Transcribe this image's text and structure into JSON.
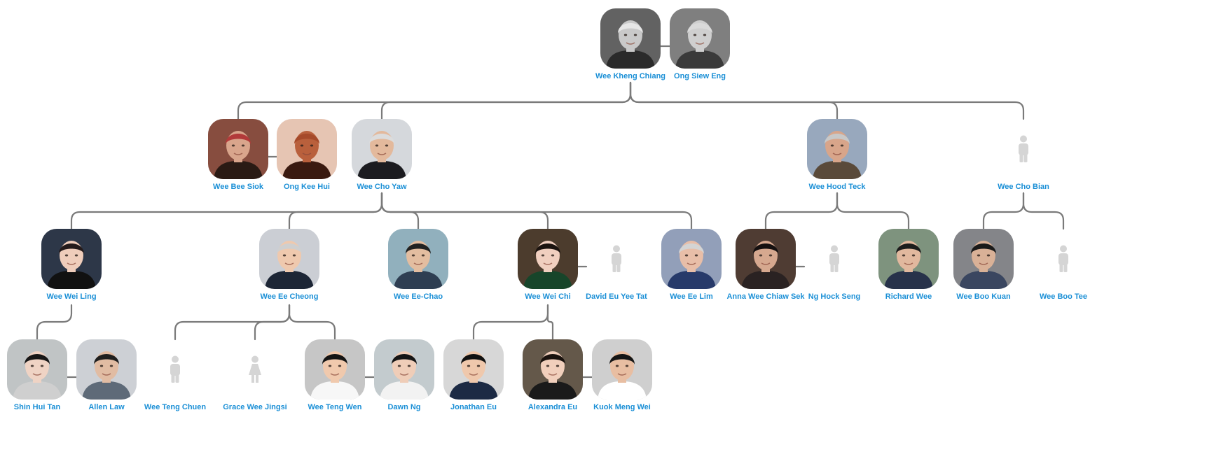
{
  "colors": {
    "name_text": "#1a8fd6",
    "connector": "#7a7a7a",
    "placeholder_icon": "#d5d5d5"
  },
  "people": {
    "wee_kheng_chiang": {
      "name": "Wee Kheng Chiang",
      "portrait": "photo"
    },
    "ong_siew_eng": {
      "name": "Ong Siew Eng",
      "portrait": "photo"
    },
    "wee_bee_siok": {
      "name": "Wee Bee Siok",
      "portrait": "photo"
    },
    "ong_kee_hui": {
      "name": "Ong Kee Hui",
      "portrait": "photo"
    },
    "wee_cho_yaw": {
      "name": "Wee Cho Yaw",
      "portrait": "photo"
    },
    "wee_hood_teck": {
      "name": "Wee Hood Teck",
      "portrait": "photo"
    },
    "wee_cho_bian": {
      "name": "Wee Cho Bian",
      "portrait": "male-placeholder-icon"
    },
    "wee_wei_ling": {
      "name": "Wee Wei Ling",
      "portrait": "photo"
    },
    "wee_ee_cheong": {
      "name": "Wee Ee Cheong",
      "portrait": "photo"
    },
    "wee_ee_chao": {
      "name": "Wee Ee-Chao",
      "portrait": "photo"
    },
    "wee_wei_chi": {
      "name": "Wee Wei Chi",
      "portrait": "photo"
    },
    "david_eu_yee_tat": {
      "name": "David Eu Yee Tat",
      "portrait": "male-placeholder-icon"
    },
    "wee_ee_lim": {
      "name": "Wee Ee Lim",
      "portrait": "photo"
    },
    "anna_wee_chiaw_sek": {
      "name": "Anna Wee Chiaw Sek",
      "portrait": "photo"
    },
    "ng_hock_seng": {
      "name": "Ng Hock Seng",
      "portrait": "male-placeholder-icon"
    },
    "richard_wee": {
      "name": "Richard Wee",
      "portrait": "photo"
    },
    "wee_boo_kuan": {
      "name": "Wee Boo Kuan",
      "portrait": "photo"
    },
    "wee_boo_tee": {
      "name": "Wee Boo Tee",
      "portrait": "male-placeholder-icon"
    },
    "shin_hui_tan": {
      "name": "Shin Hui Tan",
      "portrait": "photo"
    },
    "allen_law": {
      "name": "Allen Law",
      "portrait": "photo"
    },
    "wee_teng_chuen": {
      "name": "Wee Teng Chuen",
      "portrait": "male-placeholder-icon"
    },
    "grace_wee_jingsi": {
      "name": "Grace Wee Jingsi",
      "portrait": "female-placeholder-icon"
    },
    "wee_teng_wen": {
      "name": "Wee Teng Wen",
      "portrait": "photo"
    },
    "dawn_ng": {
      "name": "Dawn Ng",
      "portrait": "photo"
    },
    "jonathan_eu": {
      "name": "Jonathan Eu",
      "portrait": "photo"
    },
    "alexandra_eu": {
      "name": "Alexandra Eu",
      "portrait": "photo"
    },
    "kuok_meng_wei": {
      "name": "Kuok Meng Wei",
      "portrait": "photo"
    }
  },
  "spouse_pairs": [
    [
      "wee_kheng_chiang",
      "ong_siew_eng"
    ],
    [
      "wee_bee_siok",
      "ong_kee_hui"
    ],
    [
      "wee_wei_chi",
      "david_eu_yee_tat"
    ],
    [
      "anna_wee_chiaw_sek",
      "ng_hock_seng"
    ],
    [
      "shin_hui_tan",
      "allen_law"
    ],
    [
      "wee_teng_wen",
      "dawn_ng"
    ],
    [
      "alexandra_eu",
      "kuok_meng_wei"
    ]
  ],
  "parent_child": [
    {
      "parent": "wee_kheng_chiang",
      "children": [
        "wee_bee_siok",
        "wee_cho_yaw",
        "wee_hood_teck",
        "wee_cho_bian"
      ]
    },
    {
      "parent": "wee_cho_yaw",
      "children": [
        "wee_wei_ling",
        "wee_ee_cheong",
        "wee_ee_chao",
        "wee_wei_chi",
        "wee_ee_lim"
      ]
    },
    {
      "parent": "wee_hood_teck",
      "children": [
        "anna_wee_chiaw_sek",
        "richard_wee"
      ]
    },
    {
      "parent": "wee_cho_bian",
      "children": [
        "wee_boo_kuan",
        "wee_boo_tee"
      ]
    },
    {
      "parent": "wee_wei_ling",
      "children": [
        "shin_hui_tan"
      ]
    },
    {
      "parent": "wee_ee_cheong",
      "children": [
        "wee_teng_chuen",
        "grace_wee_jingsi",
        "wee_teng_wen"
      ]
    },
    {
      "parent": "wee_wei_chi",
      "children": [
        "jonathan_eu",
        "alexandra_eu"
      ]
    }
  ]
}
